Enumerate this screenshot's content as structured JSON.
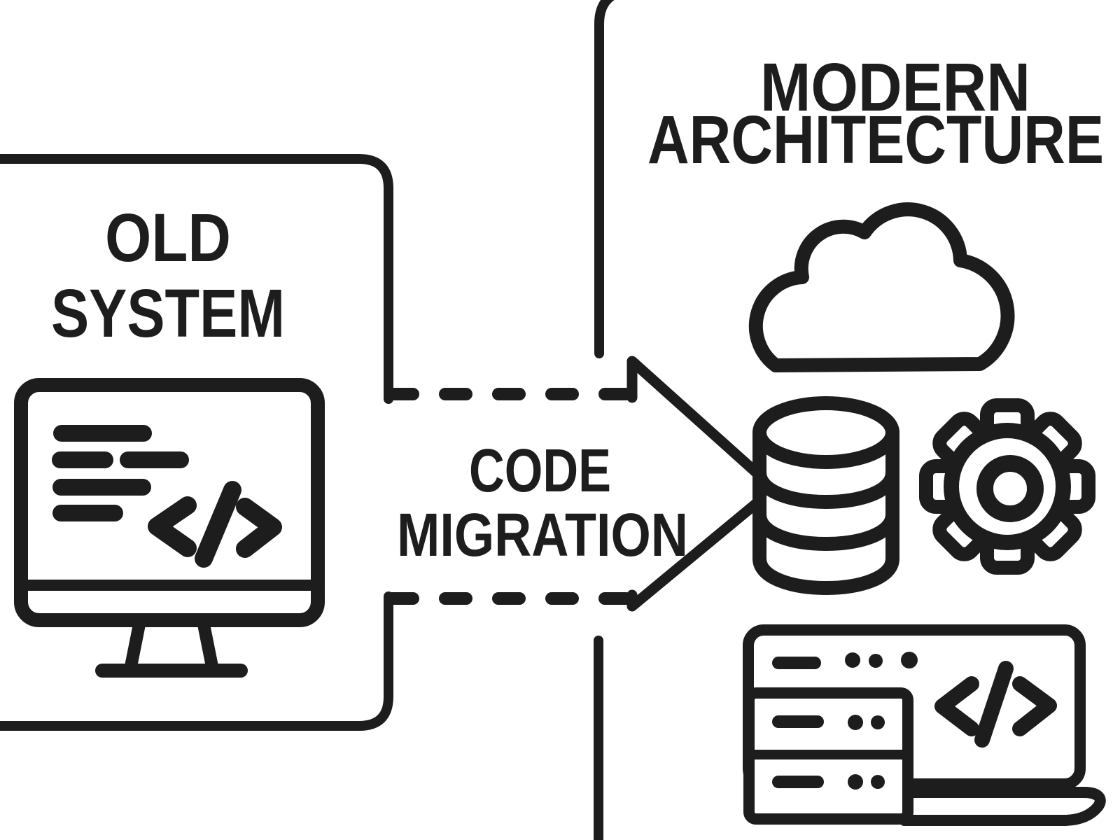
{
  "canvas": {
    "background": "#ffffff",
    "ink": "#1d1d1d"
  },
  "left_panel": {
    "title_line1": "OLD",
    "title_line2": "SYSTEM",
    "icon": "monitor-code-icon"
  },
  "flow": {
    "label_line1": "CODE",
    "label_line2": "MIGRATION",
    "style": "dashed-body-right-arrow"
  },
  "right_panel": {
    "title_line1": "MODERN",
    "title_line2": "ARCHITECTURE",
    "icons": [
      "cloud-icon",
      "database-icon",
      "gear-icon",
      "server-laptop-code-icon"
    ]
  }
}
